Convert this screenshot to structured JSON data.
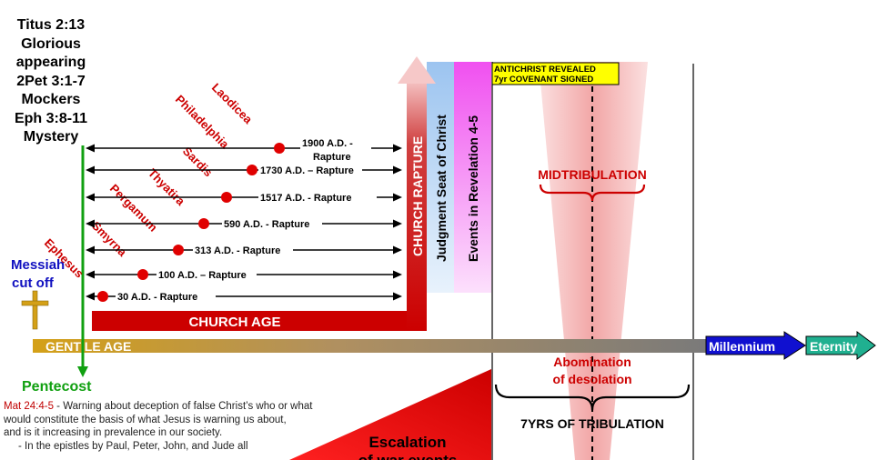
{
  "header": {
    "refs": [
      "Titus 2:13",
      "Glorious",
      "appearing",
      "2Pet 3:1-7",
      "Mockers",
      "Eph 3:8-11",
      "Mystery"
    ]
  },
  "left": {
    "messiah": "Messiah",
    "cut_off": "cut off",
    "pentecost": "Pentecost"
  },
  "churches": [
    {
      "name": "Ephesus",
      "rapture": "30 A.D. - Rapture"
    },
    {
      "name": "Smyrna",
      "rapture": "100 A.D. – Rapture"
    },
    {
      "name": "Pergamum",
      "rapture": "313 A.D. - Rapture"
    },
    {
      "name": "Thyatira",
      "rapture": "590 A.D. - Rapture"
    },
    {
      "name": "Sardis",
      "rapture": "1517 A.D. - Rapture"
    },
    {
      "name": "Philadelphia",
      "rapture": "1730 A.D. – Rapture"
    },
    {
      "name": "Laodicea",
      "rapture_line1": "1900 A.D. -",
      "rapture_line2": "Rapture"
    }
  ],
  "bands": {
    "church_age": "CHURCH AGE",
    "church_rapture": "CHURCH RAPTURE",
    "judgment_seat": "Judgment Seat of Christ",
    "events_rev": "Events in Revelation 4-5",
    "gentile_age": "GENTILE AGE",
    "millennium": "Millennium",
    "eternity": "Eternity"
  },
  "tribulation": {
    "banner_line1": "ANTICHRIST REVEALED",
    "banner_line2": "7yr COVENANT SIGNED",
    "midtrib": "MIDTRIBULATION",
    "abomination_line1": "Abomination",
    "abomination_line2": "of desolation",
    "seven_years": "7YRS OF TRIBULATION"
  },
  "escalation": {
    "line1": "Escalation",
    "line2": "of war events"
  },
  "note": {
    "ref": "Mat 24:4-5",
    "text1": " - Warning about deception of false Christ’s who or what",
    "text2": "would constitute the basis of what Jesus is warning us about,",
    "text3": "and is it increasing in prevalence in our society.",
    "text4": "- In the epistles by Paul, Peter, John, and Jude all"
  },
  "colors": {
    "red": "#cc0000",
    "dot": "#e00000",
    "gold": "#c8a020",
    "blue": "#1010d0",
    "teal": "#20b090",
    "green": "#10a010",
    "pink": "#f08080",
    "yellow": "#ffff00",
    "lightblue": "#a8ccf0",
    "magenta": "#f060f0"
  }
}
